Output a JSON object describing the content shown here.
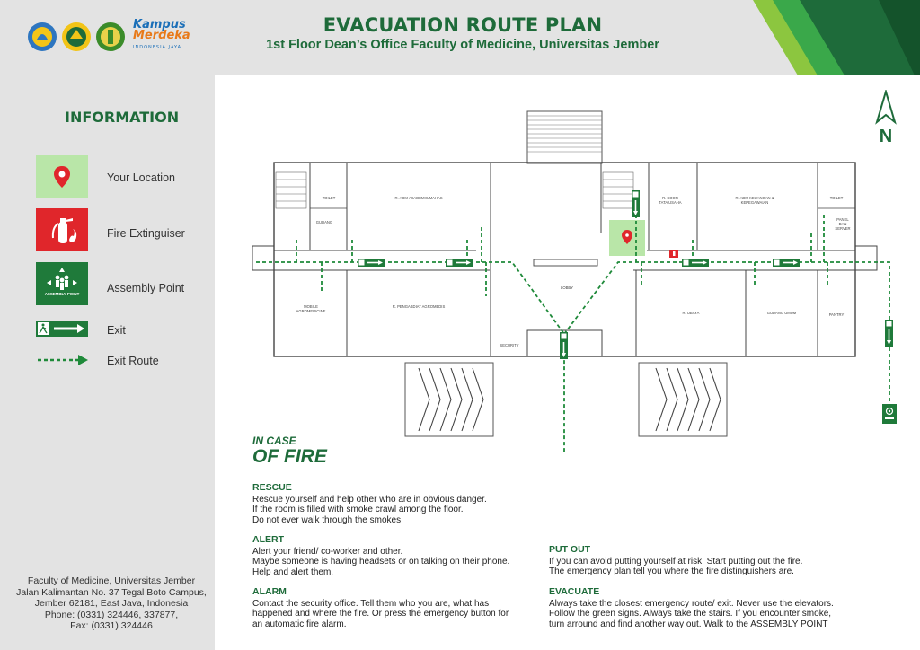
{
  "header": {
    "title": "EVACUATION ROUTE PLAN",
    "subtitle": "1st Floor Dean’s Office Faculty of Medicine, Universitas Jember",
    "logo": {
      "line1": "Kampus",
      "line2": "Merdeka",
      "tagline": "INDONESIA JAYA"
    },
    "north": "N"
  },
  "sidebar": {
    "info_title": "INFORMATION",
    "legend": [
      {
        "label": "Your Location",
        "icon": "location-pin-icon"
      },
      {
        "label": "Fire Extinguiser",
        "icon": "fire-extinguisher-icon"
      },
      {
        "label": "Assembly Point",
        "icon": "assembly-point-icon",
        "sign_text": "ASSEMBLY POINT"
      },
      {
        "label": "Exit",
        "icon": "exit-sign-icon"
      },
      {
        "label": "Exit Route",
        "icon": "exit-route-arrow-icon"
      }
    ],
    "address": [
      "Faculty of Medicine, Universitas Jember",
      "Jalan Kalimantan No. 37 Tegal Boto Campus,",
      "Jember 62181, East Java, Indonesia",
      "Phone: (0331) 324446, 337877,",
      "Fax: (0331) 324446"
    ]
  },
  "rooms": {
    "toilet_left": "TOILET",
    "gudang": "GUDANG",
    "adm_akademik": "R. ADM AKADEMIK/MAHAS",
    "koor": "R. KOOR",
    "tata_usaha": "TATA USAHA",
    "adm_keuangan": "R. ADM KEUANGAN &",
    "kepegawaian": "KEPEGAWAIAN",
    "toilet_right": "TOILET",
    "panel": "PANEL",
    "dan": "DAN",
    "server": "SERVER",
    "mobile": "MOBILE",
    "agromedicine": "AGROMEDICINE",
    "pengabdiat": "R. PENGABDIAT AGROMEDIS",
    "lobby": "LOBBY",
    "ubaya": "R. UBAYA",
    "gudang_umum": "GUDANG UMUM",
    "pantry": "PANTRY",
    "security": "SECURITY"
  },
  "fire": {
    "in_case": "IN CASE",
    "of_fire": "OF FIRE",
    "rescue": {
      "title": "RESCUE",
      "lines": [
        "Rescue yourself and help other who are in obvious danger.",
        "If the room is filled with smoke crawl among the floor.",
        "Do not ever walk through the smokes."
      ]
    },
    "alert": {
      "title": "ALERT",
      "lines": [
        "Alert your friend/ co-worker and other.",
        "Maybe someone is having headsets or on talking on their phone.",
        "Help and alert them."
      ]
    },
    "alarm": {
      "title": "ALARM",
      "lines": [
        "Contact the security office. Tell them who you are, what has",
        "happened and where the fire. Or press the emergency button for",
        "an automatic fire alarm."
      ]
    },
    "put_out": {
      "title": "PUT OUT",
      "lines": [
        "If you can avoid putting yourself at risk. Start putting out the fire.",
        "The emergency plan tell you where the fire distinguishers are."
      ]
    },
    "evacuate": {
      "title": "EVACUATE",
      "lines": [
        "Always take the closest emergency route/ exit. Never use the elevators.",
        "Follow the green signs. Always take the stairs. If you encounter smoke,",
        "turn arround and find another way out. Walk to the ASSEMBLY POINT"
      ]
    }
  },
  "colors": {
    "brand_green": "#1e6b3a",
    "route_green": "#1f8a3a",
    "fire_red": "#e0262b",
    "location_bg": "#b9e6a8",
    "sidebar_gray": "#e3e3e3"
  }
}
